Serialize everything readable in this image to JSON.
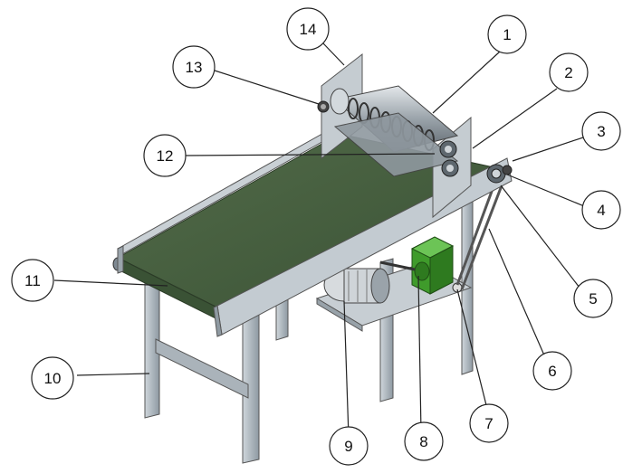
{
  "diagram": {
    "callouts": [
      {
        "id": "1",
        "label": "1"
      },
      {
        "id": "2",
        "label": "2"
      },
      {
        "id": "3",
        "label": "3"
      },
      {
        "id": "4",
        "label": "4"
      },
      {
        "id": "5",
        "label": "5"
      },
      {
        "id": "6",
        "label": "6"
      },
      {
        "id": "7",
        "label": "7"
      },
      {
        "id": "8",
        "label": "8"
      },
      {
        "id": "9",
        "label": "9"
      },
      {
        "id": "10",
        "label": "10"
      },
      {
        "id": "11",
        "label": "11"
      },
      {
        "id": "12",
        "label": "12"
      },
      {
        "id": "13",
        "label": "13"
      },
      {
        "id": "14",
        "label": "14"
      }
    ],
    "colors": {
      "belt": "#3f5a3a",
      "frame": "#b9c2c9",
      "frame_dark": "#7f8a93",
      "motor": "#3f9b2b",
      "roller": "#9aa3aa"
    }
  }
}
